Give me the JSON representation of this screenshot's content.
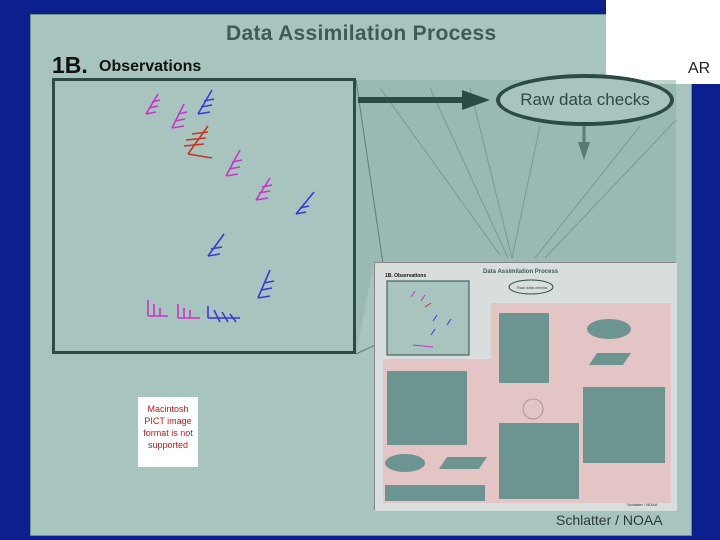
{
  "slide": {
    "title": "Data Assimilation Process",
    "section_number": "1B.",
    "section_label": "Observations",
    "raw_checks_label": "Raw data checks",
    "pict_notice": "Macintosh PICT image format is not supported",
    "credit": "Schlatter / NOAA",
    "logo_fragment": "AR"
  },
  "thumbnail": {
    "title": "Data Assimilation Process",
    "section_label": "1B. Observations",
    "raw_checks_label": "Raw data checks",
    "credit": "Schlatter / NOAA"
  },
  "colors": {
    "background": "#0d1f8c",
    "slide": "#a7c4be",
    "dark_teal": "#2c4a46",
    "wind_blue": "#3a3ad8",
    "wind_magenta": "#cc33cc",
    "wind_red": "#cc3322",
    "thumb_pink": "#e3c5c5",
    "thumb_box": "#6c9592"
  }
}
